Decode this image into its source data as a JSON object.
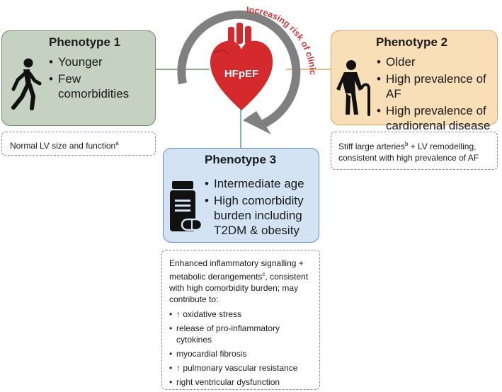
{
  "center": {
    "label": "HFpEF",
    "arrow_label": "Increasing risk of clinical events"
  },
  "phenotype1": {
    "title": "Phenotype 1",
    "bullets": [
      "Younger",
      "Few comorbidities"
    ],
    "note": {
      "text": "Normal LV size and function",
      "sup": "a"
    },
    "icon": "walking-person-icon",
    "color": "#c5d2c1"
  },
  "phenotype2": {
    "title": "Phenotype 2",
    "bullets": [
      "Older",
      "High prevalence of AF",
      "High prevalence of cardiorenal disease"
    ],
    "note": {
      "part1": "Stiff large arteries",
      "sup": "b",
      "part2": " + LV remodelling, consistent with high prevalence of AF"
    },
    "icon": "elderly-person-with-cane-icon",
    "color": "#f9dfb8"
  },
  "phenotype3": {
    "title": "Phenotype 3",
    "bullets": [
      "Intermediate age",
      "High comorbidity burden including T2DM & obesity"
    ],
    "note": {
      "intro_part1": "Enhanced inflammatory signalling + metabolic derangements",
      "intro_sup": "c",
      "intro_part2": ", consistent with high comorbidity burden; may contribute to:",
      "items": [
        "↑ oxidative stress",
        "release of pro-inflammatory cytokines",
        "myocardial fibrosis",
        "↑ pulmonary vascular resistance",
        "right ventricular dysfunction"
      ]
    },
    "icon": "medication-bottle-icon",
    "color": "#d3e3f3"
  },
  "colors": {
    "heart": "#d42a2e",
    "arrow": "#808080",
    "arrow_label": "#d0383b",
    "p1_border": "#6f8a66",
    "p2_border": "#e0a35e",
    "p3_border": "#5e8fc8"
  }
}
